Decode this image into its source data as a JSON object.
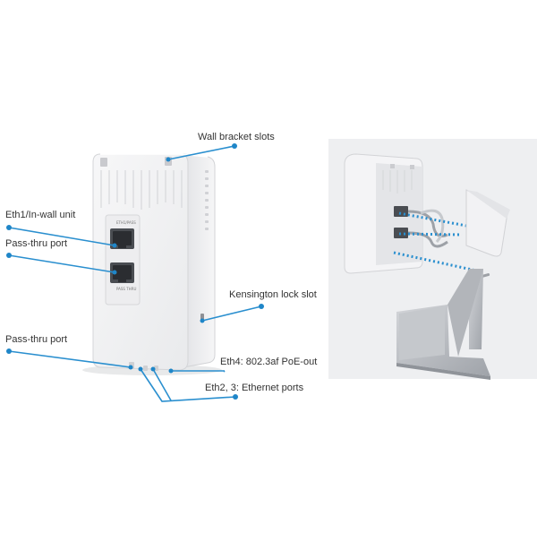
{
  "callouts": {
    "wall_bracket_slots": "Wall bracket slots",
    "eth1_inwall_unit": "Eth1/In-wall unit",
    "pass_thru_port_top": "Pass-thru port",
    "kensington_lock_slot": "Kensington lock slot",
    "pass_thru_port_bottom": "Pass-thru port",
    "eth4_poe_out": "Eth4: 802.3af PoE-out",
    "eth2_3_ethernet_ports": "Eth2, 3: Ethernet ports"
  },
  "colors": {
    "callout_line": "#2a8fcf",
    "callout_dot": "#1f86c8",
    "device_body": "#f1f1f3",
    "stand_metal": "#b9bcc1",
    "inset_background": "#eeeff1"
  },
  "icons": {
    "port": "rj45-port-icon",
    "lock": "kensington-lock-icon"
  }
}
